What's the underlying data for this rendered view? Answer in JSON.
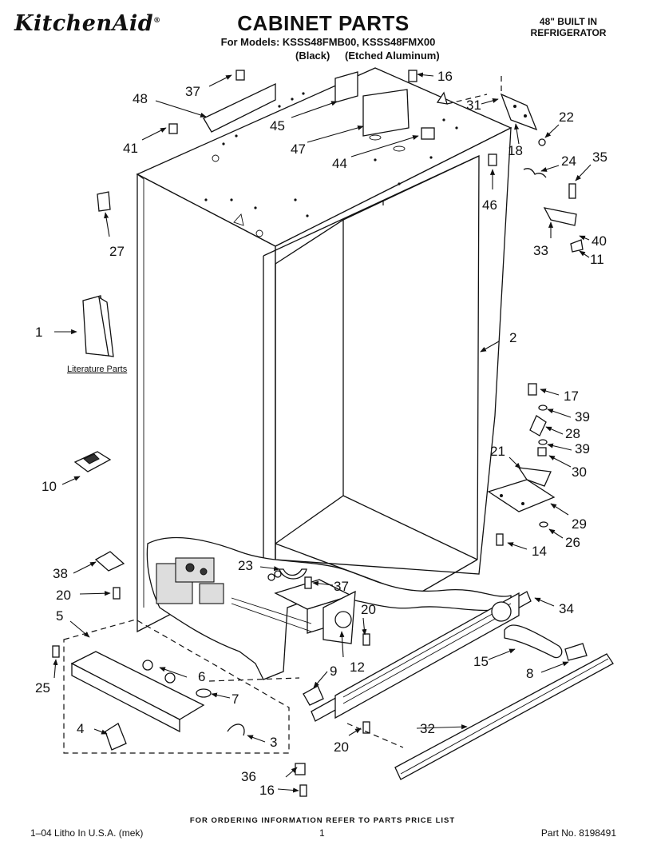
{
  "header": {
    "brand": "KitchenAid",
    "brand_mark": "®",
    "title": "CABINET PARTS",
    "models_line": "For Models: KSSS48FMB00, KSSS48FMX00",
    "color_black": "(Black)",
    "color_aluminum": "(Etched Aluminum)",
    "product_line1": "48\" BUILT IN",
    "product_line2": "REFRIGERATOR"
  },
  "diagram": {
    "literature_label": "Literature Parts",
    "callouts": [
      "1",
      "2",
      "3",
      "4",
      "5",
      "6",
      "7",
      "8",
      "9",
      "10",
      "11",
      "12",
      "14",
      "15",
      "16",
      "16",
      "17",
      "18",
      "20",
      "20",
      "20",
      "21",
      "22",
      "23",
      "24",
      "25",
      "26",
      "27",
      "28",
      "29",
      "30",
      "31",
      "32",
      "33",
      "34",
      "35",
      "36",
      "37",
      "37",
      "38",
      "39",
      "39",
      "40",
      "41",
      "44",
      "45",
      "46",
      "47",
      "48"
    ]
  },
  "footer": {
    "ordering_note": "FOR ORDERING INFORMATION REFER TO PARTS PRICE LIST",
    "print_info": "1–04 Litho In U.S.A. (mek)",
    "page_number": "1",
    "part_number": "Part No. 8198491"
  }
}
